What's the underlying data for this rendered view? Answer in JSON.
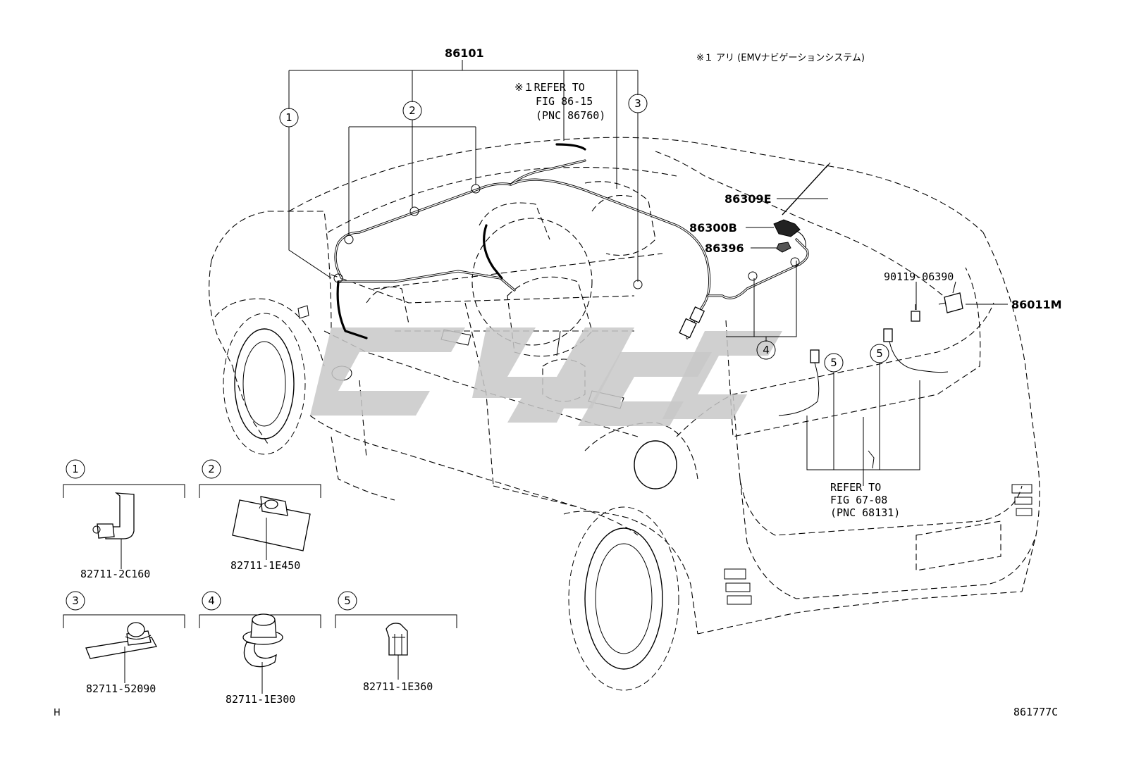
{
  "figure_code": "861777C",
  "corner_mark": "H",
  "note_top": "※１ アリ (EMVナビゲーションシステム)",
  "main_harness": {
    "part_no": "86101"
  },
  "callouts": {
    "c1": "1",
    "c2": "2",
    "c3": "3",
    "c4": "4",
    "c5a": "5",
    "c5b": "5"
  },
  "ref_nav": {
    "line1": "※１REFER TO",
    "line2": "FIG 86-15",
    "line3": "(PNC 86760)"
  },
  "ref_rear": {
    "line1": "REFER TO",
    "line2": "FIG 67-08",
    "line3": "(PNC 68131)"
  },
  "parts": {
    "antenna_rod": "86309E",
    "antenna_base": "86300B",
    "antenna_pad": "86396",
    "bolt": "90119-06390",
    "amplifier": "86011M"
  },
  "clamps": [
    {
      "index": "1",
      "part_no": "82711-2C160"
    },
    {
      "index": "2",
      "part_no": "82711-1E450"
    },
    {
      "index": "3",
      "part_no": "82711-52090"
    },
    {
      "index": "4",
      "part_no": "82711-1E300"
    },
    {
      "index": "5",
      "part_no": "82711-1E360"
    }
  ],
  "icons": {
    "clamp": "clamp-icon",
    "car": "car-outline-icon",
    "antenna": "antenna-icon",
    "watermark": "watermark-logo"
  }
}
